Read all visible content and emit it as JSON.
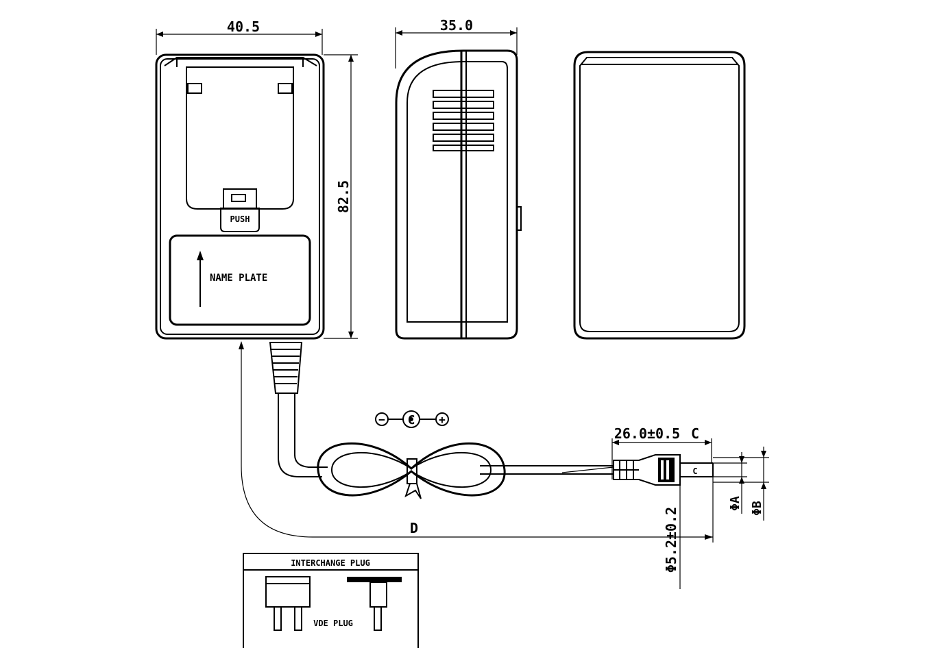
{
  "dimensions": {
    "front_width": "40.5",
    "side_width": "35.0",
    "height": "82.5",
    "plug_length": "26.0±0.5",
    "plug_length_unit": "C",
    "cord_length": "D",
    "cord_diameter": "Φ5.2±0.2",
    "plug_inner_dia": "ΦA",
    "plug_outer_dia": "ΦB",
    "plug_tip_label": "C"
  },
  "labels": {
    "push": "PUSH",
    "name_plate": "NAME PLATE",
    "interchange_plug": "INTERCHANGE PLUG",
    "vde_plug": "VDE PLUG"
  },
  "polarity": {
    "negative": "−",
    "center": "C",
    "positive": "+"
  },
  "colors": {
    "line": "#000000",
    "background": "#ffffff"
  }
}
